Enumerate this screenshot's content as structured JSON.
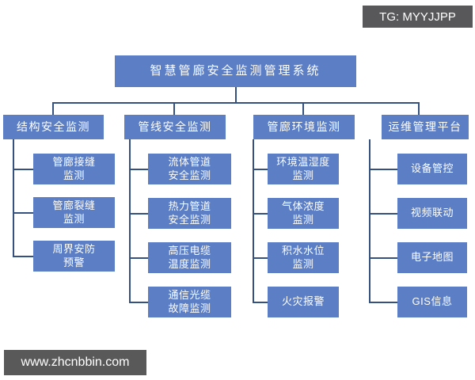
{
  "badge": {
    "label": "TG: MYYJJPP"
  },
  "watermark": {
    "label": "www.zhcnbbin.com"
  },
  "diagram": {
    "title": "智慧管廊安全监测管理系统",
    "branches": [
      {
        "label": "结构安全监测",
        "children": [
          {
            "label": "管廊接缝\n监测"
          },
          {
            "label": "管廊裂缝\n监测"
          },
          {
            "label": "周界安防\n预警"
          }
        ]
      },
      {
        "label": "管线安全监测",
        "children": [
          {
            "label": "流体管道\n安全监测"
          },
          {
            "label": "热力管道\n安全监测"
          },
          {
            "label": "高压电缆\n温度监测"
          },
          {
            "label": "通信光缆\n故障监测"
          }
        ]
      },
      {
        "label": "管廊环境监测",
        "children": [
          {
            "label": "环境温湿度\n监测"
          },
          {
            "label": "气体浓度\n监测"
          },
          {
            "label": "积水水位\n监测"
          },
          {
            "label": "火灾报警"
          }
        ]
      },
      {
        "label": "运维管理平台",
        "children": [
          {
            "label": "设备管控"
          },
          {
            "label": "视频联动"
          },
          {
            "label": "电子地图"
          },
          {
            "label": "GIS信息"
          }
        ]
      }
    ]
  },
  "colors": {
    "node_fill": "#5b7ec4",
    "connector": "#35517f",
    "badge_bg": "#58585a",
    "watermark_bg": "#595959",
    "node_text": "#ffffff",
    "background": "#ffffff"
  }
}
